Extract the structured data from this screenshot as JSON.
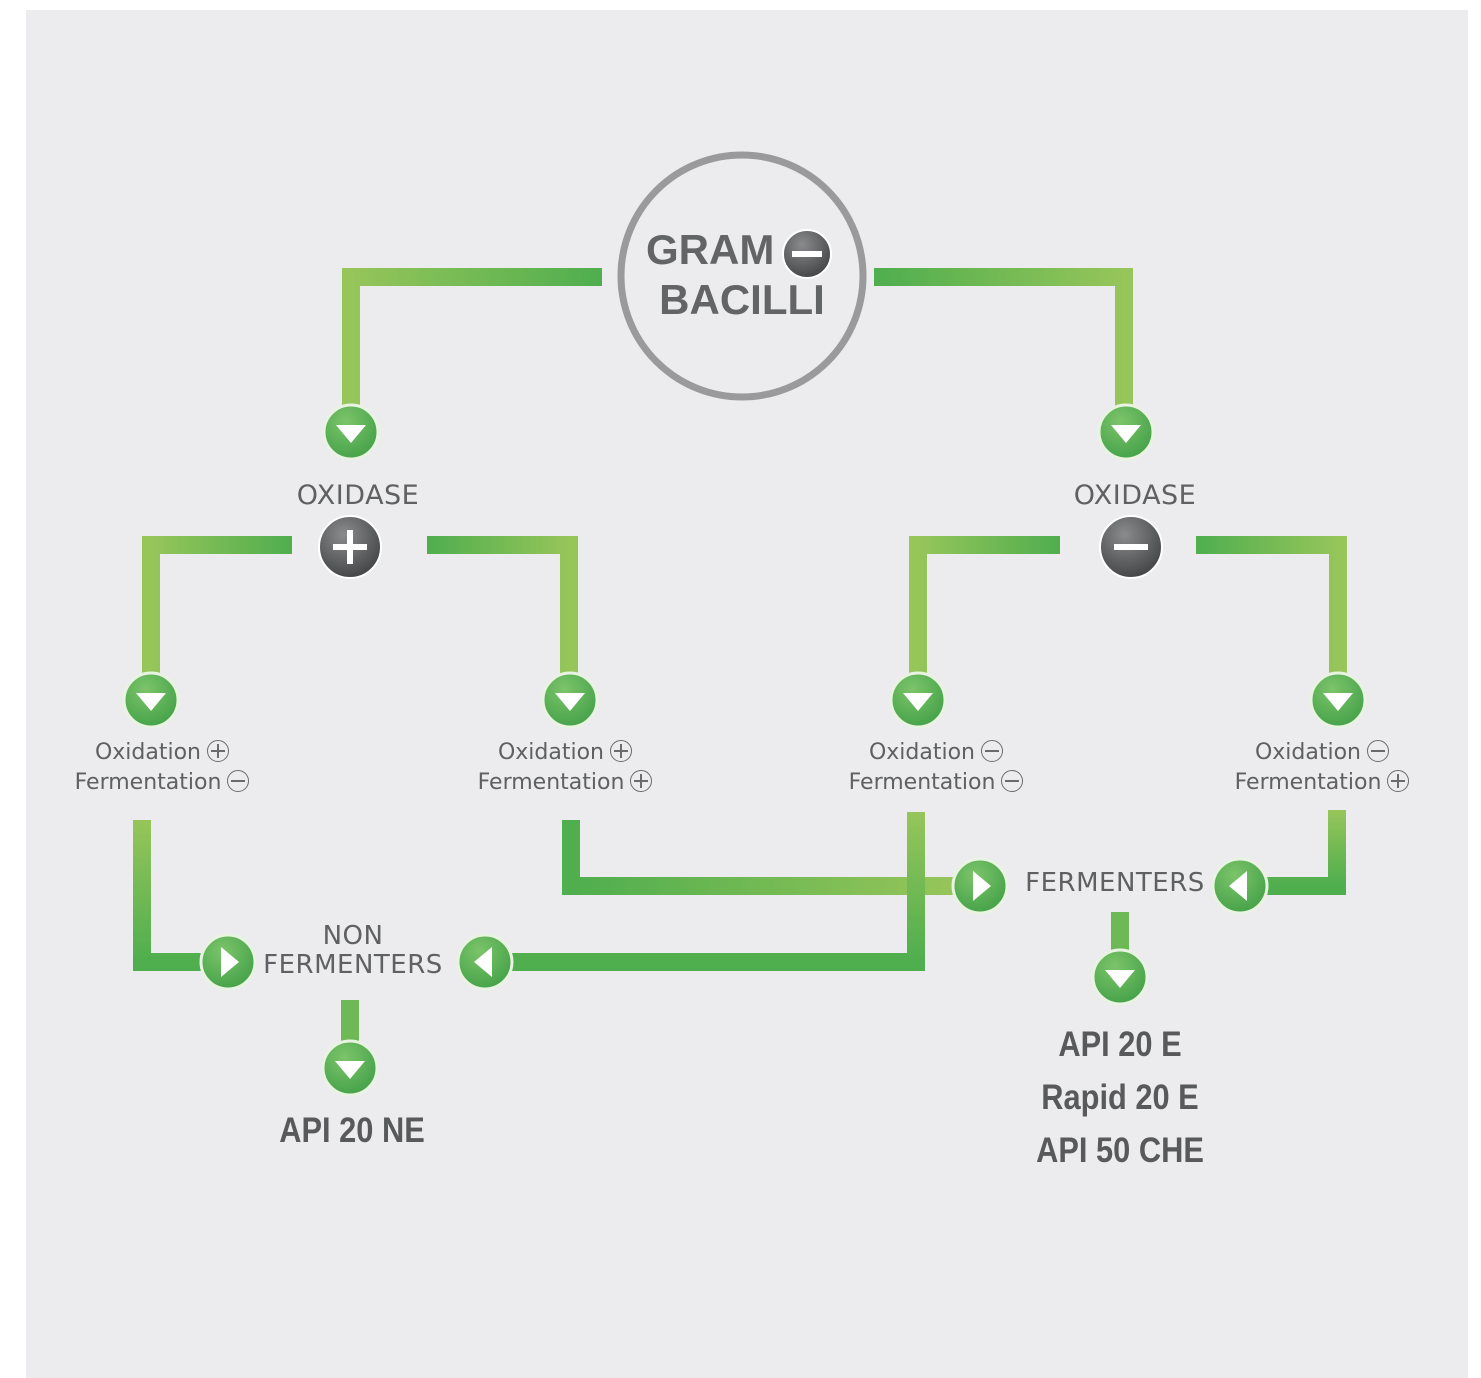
{
  "root": {
    "line1": "GRAM",
    "line2": "BACILLI",
    "sign_icon": "minus-circle-icon"
  },
  "oxidase_left": {
    "label": "OXIDASE",
    "sign_icon": "plus-circle-icon"
  },
  "oxidase_right": {
    "label": "OXIDASE",
    "sign_icon": "minus-circle-icon"
  },
  "branches": [
    {
      "oxidation": "Oxidation",
      "oxidation_sign": "plus",
      "fermentation": "Fermentation",
      "fermentation_sign": "minus"
    },
    {
      "oxidation": "Oxidation",
      "oxidation_sign": "plus",
      "fermentation": "Fermentation",
      "fermentation_sign": "plus"
    },
    {
      "oxidation": "Oxidation",
      "oxidation_sign": "minus",
      "fermentation": "Fermentation",
      "fermentation_sign": "minus"
    },
    {
      "oxidation": "Oxidation",
      "oxidation_sign": "minus",
      "fermentation": "Fermentation",
      "fermentation_sign": "plus"
    }
  ],
  "non_fermenters": {
    "line1": "NON",
    "line2": "FERMENTERS",
    "kit": "API 20 NE"
  },
  "fermenters": {
    "label": "FERMENTERS",
    "kits": [
      "API 20 E",
      "Rapid 20 E",
      "API 50 CHE"
    ]
  },
  "colors": {
    "background": "#ececee",
    "line_green": "#8cc152",
    "node_green": "#5cb85c",
    "sign_dark": "#58595b",
    "ring_gray": "#9a9a9c"
  }
}
